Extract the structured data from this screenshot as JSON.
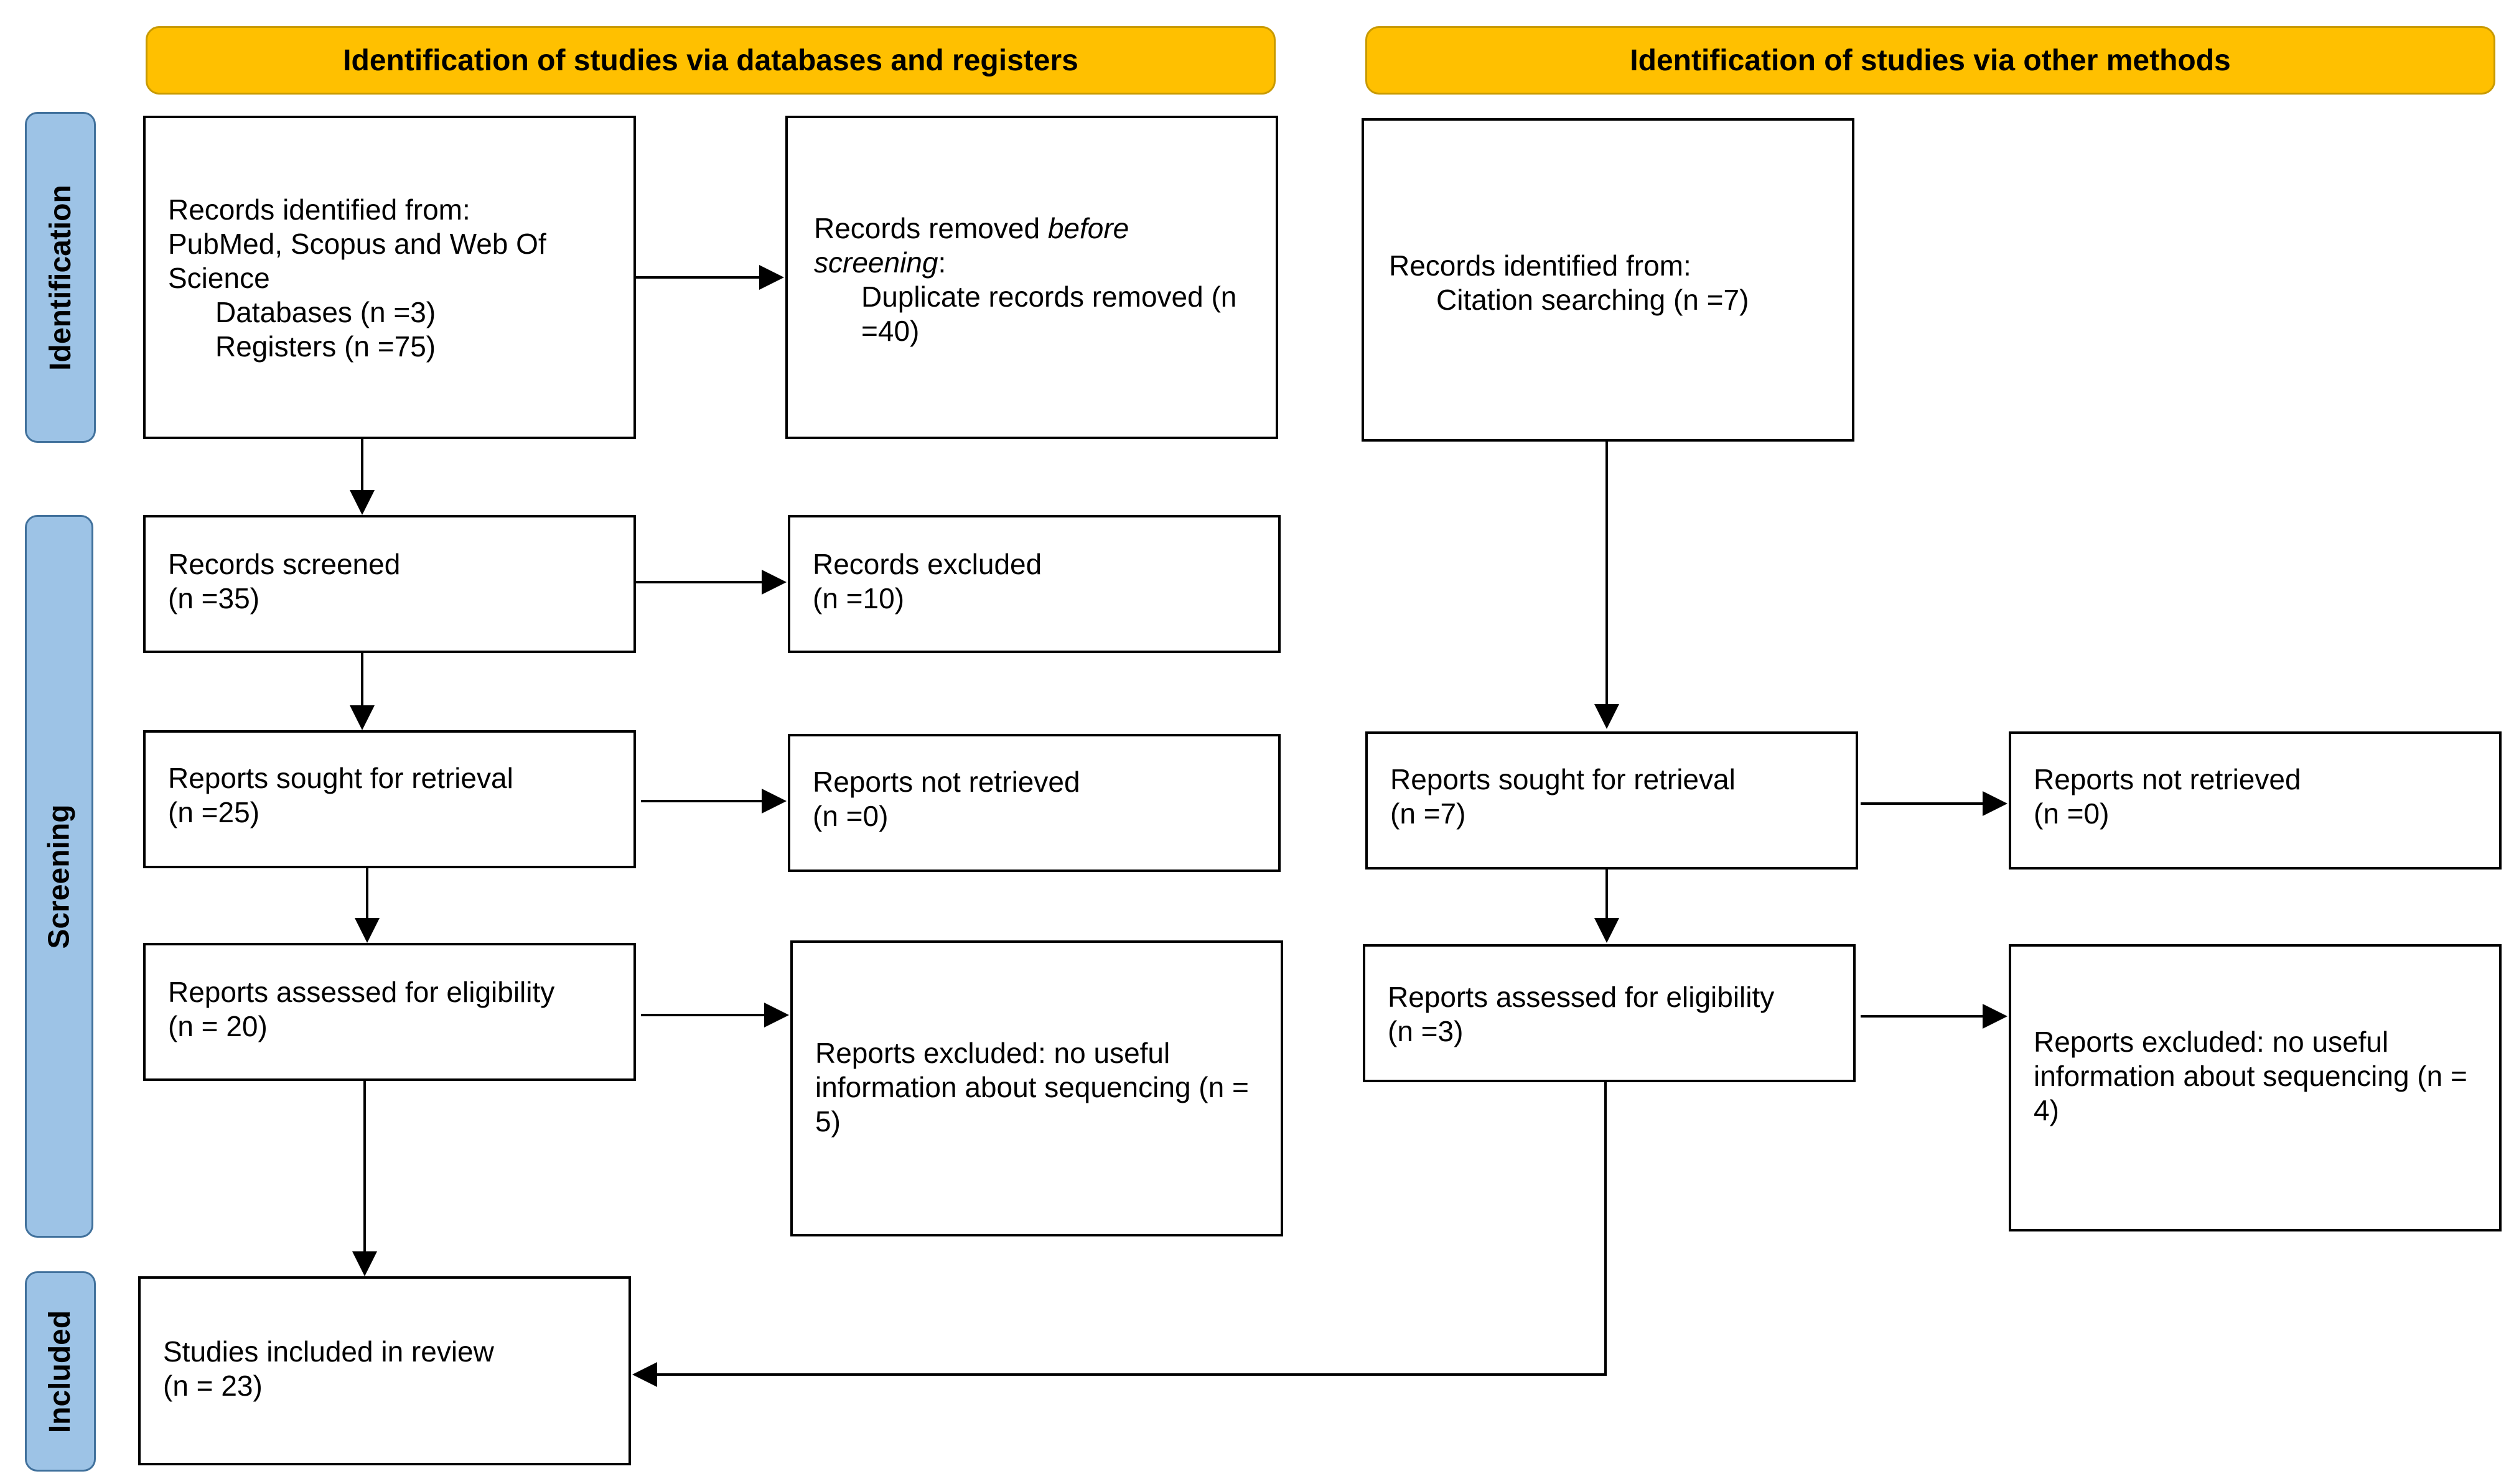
{
  "headers": {
    "databases": "Identification of studies via databases and registers",
    "other": "Identification of studies via other methods"
  },
  "phases": {
    "identification": "Identification",
    "screening": "Screening",
    "included": "Included"
  },
  "db": {
    "identified": {
      "line1": "Records identified from:",
      "line2": "PubMed, Scopus and Web Of",
      "line3": "Science",
      "databases": "Databases (n =3)",
      "registers": "Registers (n =75)"
    },
    "removed": {
      "prefix": "Records removed ",
      "emphasis1": "before",
      "emphasis2": "screening",
      "suffix": ":",
      "detail": "Duplicate records removed (n =40)"
    },
    "screened": {
      "label": "Records screened",
      "count": "(n =35)"
    },
    "excluded": {
      "label": "Records excluded",
      "count": "(n =10)"
    },
    "sought": {
      "label": "Reports sought for retrieval",
      "count": "(n =25)"
    },
    "not_retrieved": {
      "label": "Reports not retrieved",
      "count": "(n =0)"
    },
    "assessed": {
      "label": "Reports assessed for eligibility",
      "count": "(n = 20)"
    },
    "reports_excluded": {
      "text": "Reports excluded: no useful information about sequencing (n = 5)"
    },
    "included": {
      "label": "Studies included in review",
      "count": "(n = 23)"
    }
  },
  "other": {
    "identified": {
      "line1": "Records identified from:",
      "citation": "Citation searching (n =7)"
    },
    "sought": {
      "label": "Reports sought for retrieval",
      "count": "(n =7)"
    },
    "not_retrieved": {
      "label": "Reports not retrieved",
      "count": "(n =0)"
    },
    "assessed": {
      "label": "Reports assessed for eligibility",
      "count": "(n =3)"
    },
    "reports_excluded": {
      "text": "Reports excluded: no useful information about sequencing (n = 4)"
    }
  },
  "colors": {
    "header_fill": "#FFC000",
    "phase_fill": "#9DC3E6",
    "box_border": "#000000"
  }
}
